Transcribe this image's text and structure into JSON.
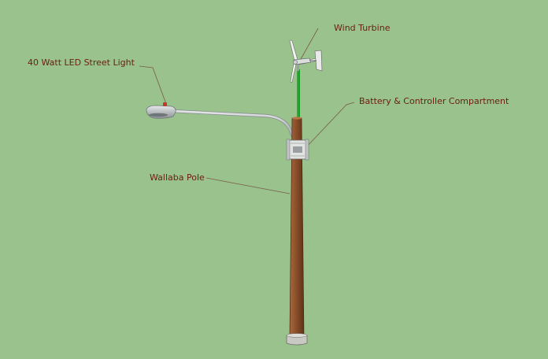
{
  "labels": {
    "wind_turbine": "Wind Turbine",
    "street_light": "40 Watt LED Street Light",
    "battery_compartment": "Battery & Controller Compartment",
    "pole": "Wallaba Pole"
  },
  "colors": {
    "background": "#9ac28c",
    "label_text": "#6b1d12",
    "pole": "#8a4f2a",
    "cable": "#1f9a2a",
    "leader_line": "#7a5a4a",
    "turbine_blade": "#f2f2ee",
    "fixture_metal": "#c9cdd0"
  }
}
